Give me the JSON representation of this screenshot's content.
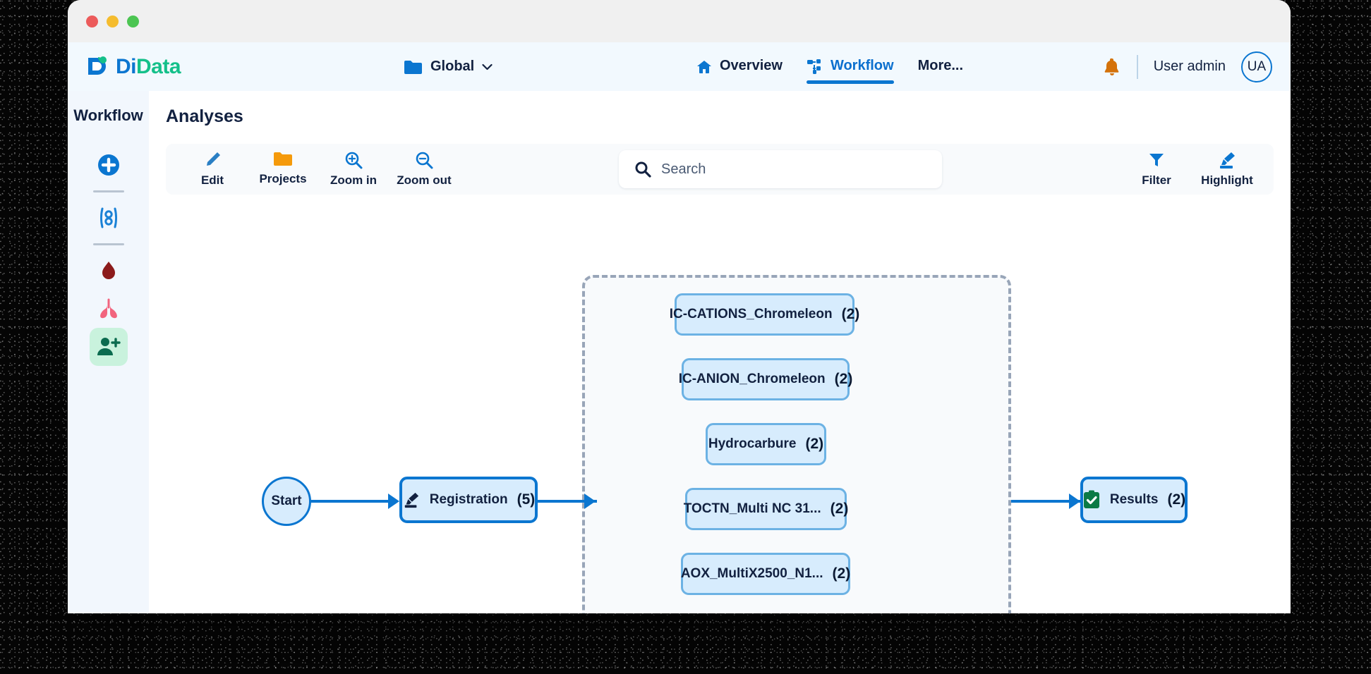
{
  "window": {
    "traffic_lights": [
      "close",
      "minimize",
      "maximize"
    ],
    "colors": {
      "red": "#ec5b5b",
      "yellow": "#f5bc2e",
      "green": "#4cc552"
    }
  },
  "header": {
    "logo_di": "Di",
    "logo_data": "Data",
    "scope_selector": {
      "label": "Global",
      "icon": "folder-icon",
      "chevron": "chevron-down-icon"
    },
    "nav": [
      {
        "label": "Overview",
        "icon": "home-icon",
        "active": false
      },
      {
        "label": "Workflow",
        "icon": "sitemap-icon",
        "active": true
      },
      {
        "label": "More...",
        "icon": "",
        "active": false
      }
    ],
    "notifications_icon": "bell-icon",
    "user_label": "User admin",
    "avatar_initials": "UA",
    "accent": "#0b76d0"
  },
  "sidebar": {
    "title": "Workflow",
    "items": [
      {
        "name": "add-circle",
        "icon": "plus-circle-icon",
        "color": "#0b76d0",
        "selected": false
      },
      {
        "name": "samples",
        "icon": "vials-icon",
        "color": "#1b82d6",
        "selected": false
      },
      {
        "name": "blood",
        "icon": "blood-drop-icon",
        "color": "#8c1b1b",
        "selected": false
      },
      {
        "name": "lungs",
        "icon": "lungs-icon",
        "color": "#f2647e",
        "selected": false
      },
      {
        "name": "add-user",
        "icon": "user-plus-icon",
        "color": "#0b6b4f",
        "selected": true
      }
    ]
  },
  "main": {
    "page_title": "Analyses",
    "toolbar": {
      "left_tools": [
        {
          "label": "Edit",
          "icon": "pencil-icon",
          "color": "#2a7fc4"
        },
        {
          "label": "Projects",
          "icon": "folder-icon",
          "color": "#f59a0b"
        },
        {
          "label": "Zoom in",
          "icon": "zoom-in-icon",
          "color": "#0b76d0"
        },
        {
          "label": "Zoom out",
          "icon": "zoom-out-icon",
          "color": "#0b76d0"
        }
      ],
      "right_tools": [
        {
          "label": "Filter",
          "icon": "funnel-icon",
          "color": "#0b76d0"
        },
        {
          "label": "Highlight",
          "icon": "highlighter-icon",
          "color": "#0b76d0"
        }
      ],
      "search": {
        "placeholder": "Search",
        "value": "",
        "icon": "search-icon"
      }
    },
    "flow": {
      "start_label": "Start",
      "registration": {
        "label": "Registration",
        "count": "(5)",
        "icon": "highlighter-icon"
      },
      "results": {
        "label": "Results",
        "count": "(2)",
        "icon": "clipboard-check-icon"
      },
      "group_nodes": [
        {
          "label": "IC-CATIONS_Chromeleon",
          "count": "(2)"
        },
        {
          "label": "IC-ANION_Chromeleon",
          "count": "(2)"
        },
        {
          "label": "Hydrocarbure",
          "count": "(2)"
        },
        {
          "label": "TOCTN_Multi NC 31...",
          "count": "(2)"
        },
        {
          "label": "AOX_MultiX2500_N1...",
          "count": "(2)"
        }
      ]
    }
  }
}
